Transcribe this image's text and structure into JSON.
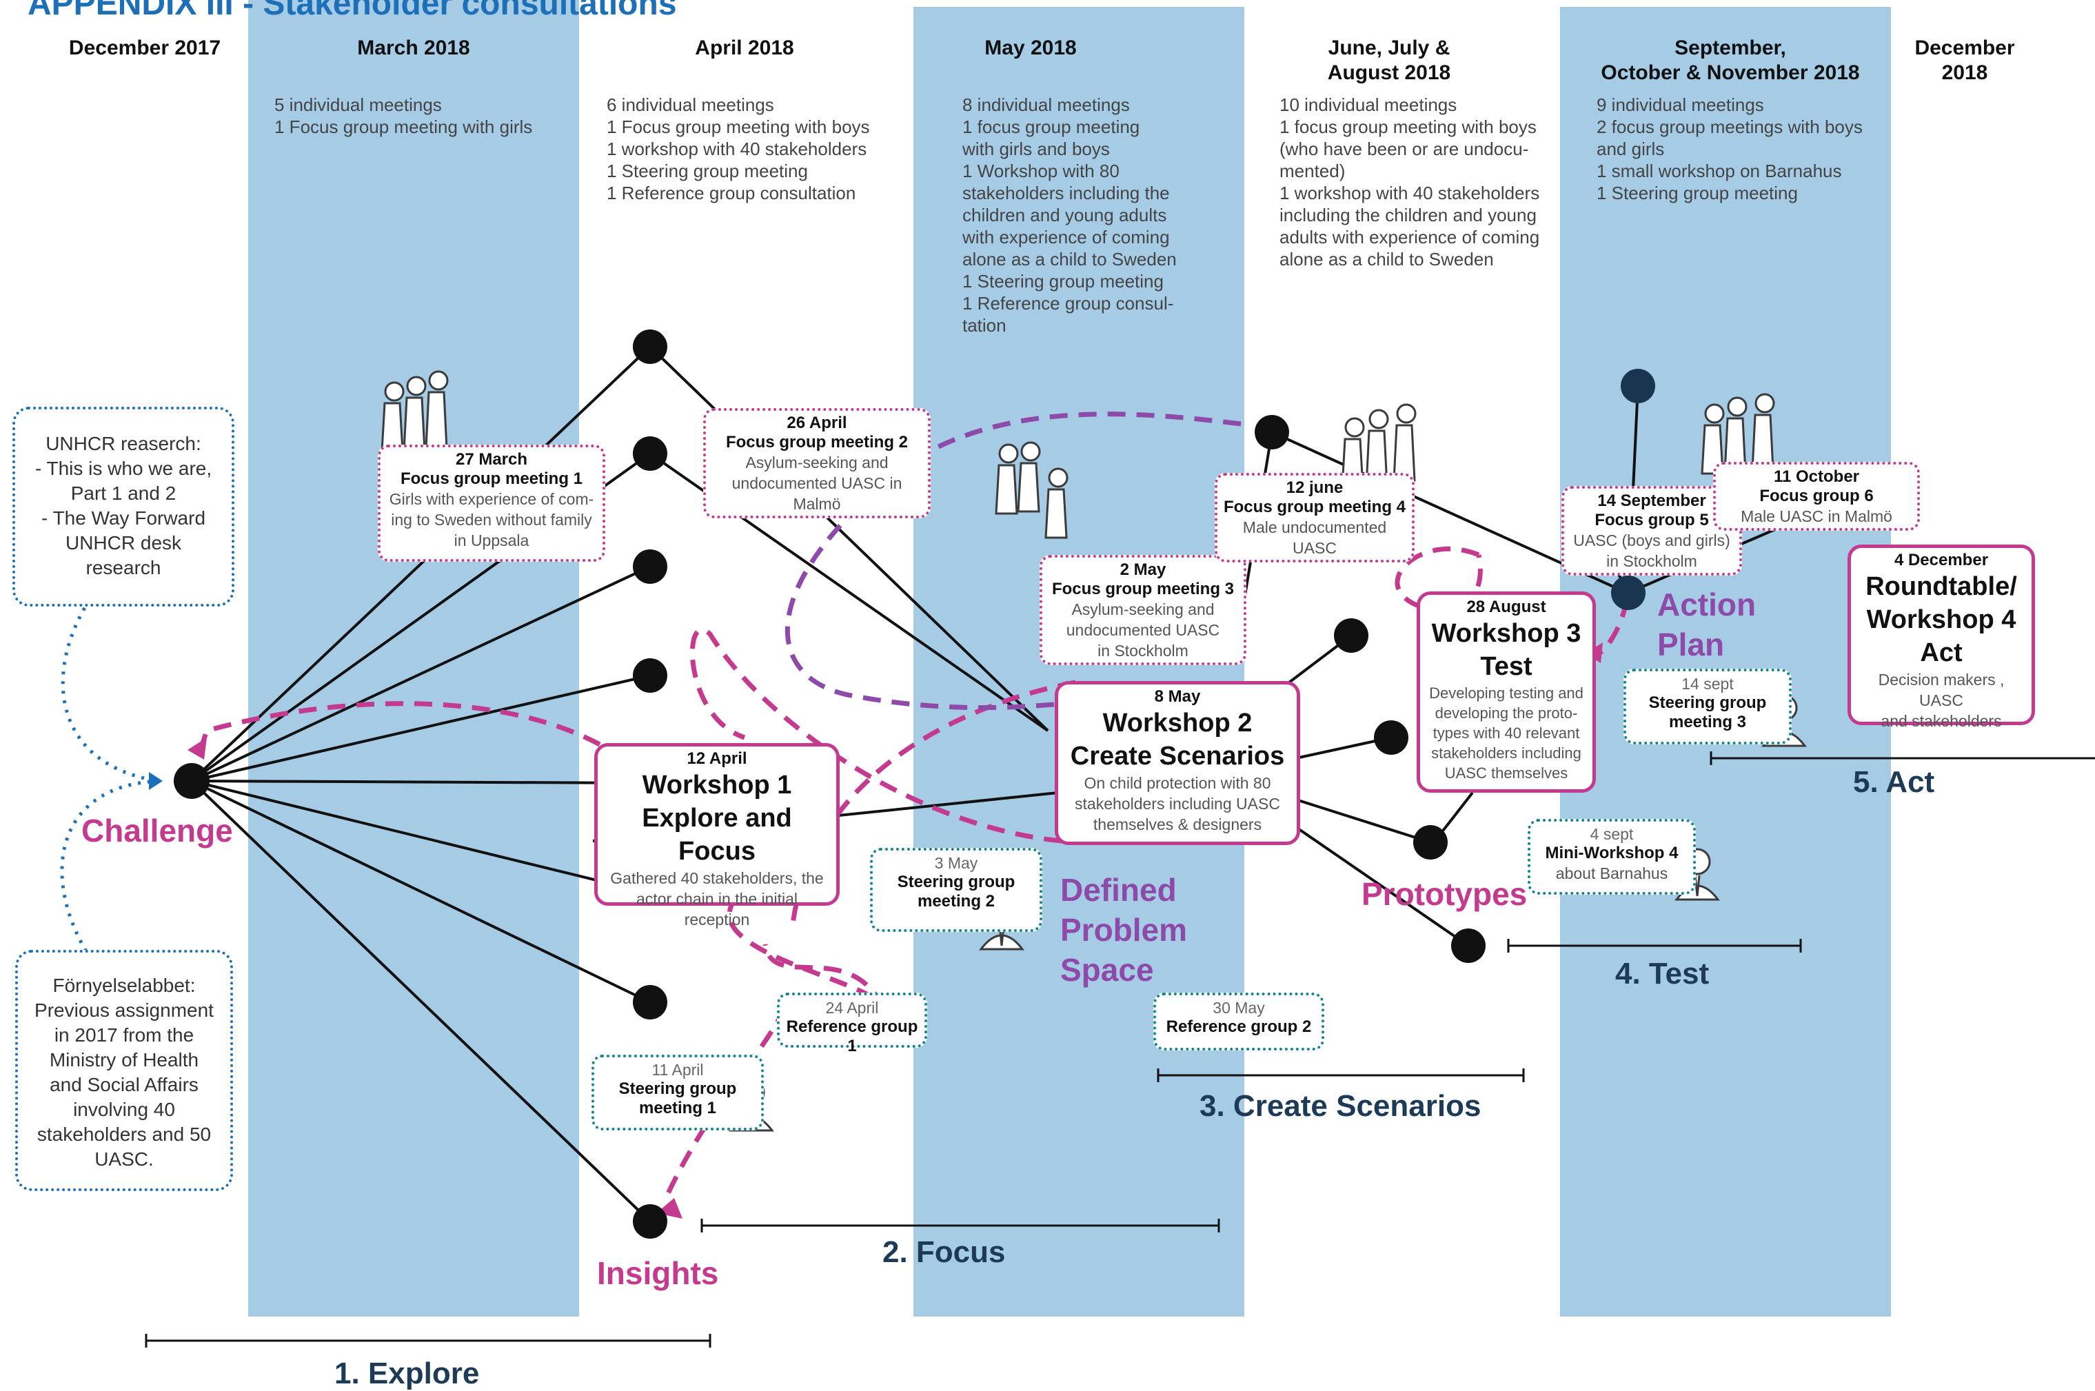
{
  "title": "APPENDIX III - Stakeholder consultations",
  "months": [
    {
      "label": "December 2017"
    },
    {
      "label": "March 2018"
    },
    {
      "label": "April 2018"
    },
    {
      "label": "May 2018"
    },
    {
      "label": "June, July &\nAugust 2018"
    },
    {
      "label": "September,\nOctober & November 2018"
    },
    {
      "label": "December\n2018"
    }
  ],
  "month_info": [
    "5 individual meetings\n1 Focus group meeting with girls",
    "6 individual meetings\n1 Focus group meeting with boys\n1 workshop with 40 stakeholders\n1 Steering group meeting\n1 Reference group consultation",
    "8 individual meetings\n1 focus group meeting\nwith girls and boys\n1 Workshop with 80\nstakeholders including the\nchildren and young adults\nwith experience of coming\nalone as a child to Sweden\n1 Steering group meeting\n1 Reference group consul-\ntation",
    "10 individual meetings\n1 focus group meeting with boys\n(who have been or are undocu-\nmented)\n1 workshop with 40 stakeholders\nincluding the children and young\nadults with experience of coming\nalone as a child to Sweden",
    "9 individual meetings\n2 focus group meetings with boys\nand girls\n1 small workshop on Barnahus\n1 Steering group meeting"
  ],
  "sources": {
    "unhcr": "UNHCR reaserch:\n- This is who we are,\nPart 1 and 2\n- The Way Forward\nUNHCR desk\nresearch",
    "fornyelse": "Förnyelselabbet:\nPrevious assignment\nin 2017 from the\nMinistry of Health\nand Social Affairs\ninvolving 40\nstakeholders and 50\nUASC."
  },
  "focus_groups": [
    {
      "date": "27 March",
      "title": "Focus group meeting 1",
      "body": "Girls with experience of com-\ning to Sweden without family\nin Uppsala"
    },
    {
      "date": "26 April",
      "title": "Focus group meeting 2",
      "body": "Asylum-seeking and\nundocumented UASC in\nMalmö"
    },
    {
      "date": "2 May",
      "title": "Focus group meeting 3",
      "body": "Asylum-seeking and\nundocumented UASC\nin Stockholm"
    },
    {
      "date": "12 june",
      "title": "Focus group meeting 4",
      "body": "Male undocumented\nUASC"
    },
    {
      "date": "14 September",
      "title": "Focus group 5",
      "body": "UASC  (boys and girls)\nin Stockholm"
    },
    {
      "date": "11 October",
      "title": "Focus group 6",
      "body": "Male UASC  in Malmö"
    }
  ],
  "workshops": [
    {
      "date": "12 April",
      "title": "Workshop 1\nExplore and Focus",
      "body": "Gathered 40 stakeholders, the\nactor chain in the initial\nreception"
    },
    {
      "date": "8 May",
      "title": "Workshop  2\nCreate Scenarios",
      "body": "On child protection with 80\nstakeholders including UASC\nthemselves & designers"
    },
    {
      "date": "28 August",
      "title": "Workshop 3\nTest",
      "body": "Developing testing and\ndeveloping the proto-\ntypes with 40 relevant\nstakeholders including\nUASC themselves"
    },
    {
      "date": "4 December",
      "title": "Roundtable/\nWorkshop 4\nAct",
      "body": "Decision makers , UASC\nand stakeholders"
    }
  ],
  "steering": [
    {
      "date": "11 April",
      "title": "Steering group\nmeeting 1"
    },
    {
      "date": "3 May",
      "title": "Steering    group\nmeeting 2"
    },
    {
      "date": "14 sept",
      "title": "Steering group\nmeeting 3"
    },
    {
      "date": "4 sept",
      "title": "Mini-Workshop 4",
      "body": "about Barnahus"
    }
  ],
  "reference": [
    {
      "date": "24  April",
      "title": "Reference group 1"
    },
    {
      "date": "30 May",
      "title": "Reference group 2"
    }
  ],
  "labels": {
    "challenge": "Challenge",
    "insights": "Insights",
    "defined": "Defined\nProblem\nSpace",
    "prototypes": "Prototypes",
    "action": "Action\nPlan"
  },
  "phases": [
    "1. Explore",
    "2. Focus",
    "3. Create Scenarios",
    "4. Test",
    "5. Act"
  ],
  "colors": {
    "band": "#a5cbe5",
    "magenta": "#c33a8f",
    "purple": "#8e4aa8",
    "teal": "#14848e",
    "navy": "#1d3a57",
    "blue": "#1d6fb8"
  }
}
